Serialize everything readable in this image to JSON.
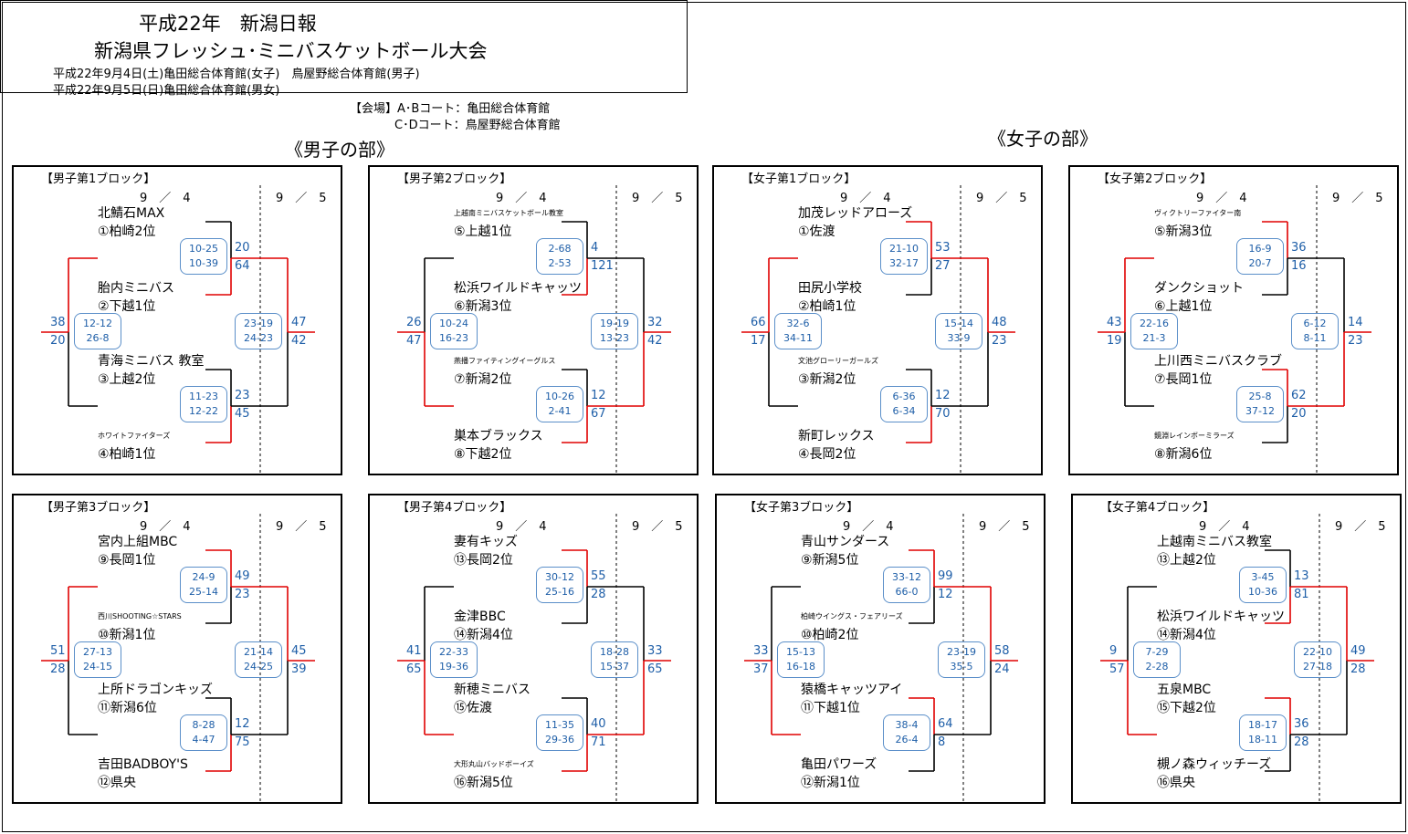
{
  "header": {
    "title1": "平成22年　新潟日報",
    "title2": "新潟県フレッシュ･ミニバスケットボール大会",
    "date1": "平成22年9月4日(土)亀田総合体育館(女子)　鳥屋野総合体育館(男子)",
    "date2": "平成22年9月5日(日)亀田総合体育館(男女)"
  },
  "venue": {
    "line1": "【会場】A･Bコート：亀田総合体育館",
    "line2": "C･Dコート：鳥屋野総合体育館"
  },
  "sections": {
    "boys": "《男子の部》",
    "girls": "《女子の部》"
  },
  "colors": {
    "win": "#e00000",
    "lose": "#000000",
    "score": "#1f5fa8"
  },
  "blocks": [
    {
      "title": "【男子第1ブロック】",
      "date1": "9　／　4",
      "date2": "9　／　5",
      "teams": [
        {
          "name": "北鯖石MAX",
          "seed": "①柏崎2位"
        },
        {
          "name": "胎内ミニバス",
          "seed": "②下越1位"
        },
        {
          "name": "青海ミニバス 教室",
          "seed": "③上越2位"
        },
        {
          "name": "ホワイトファイターズ",
          "seed": "④柏崎1位",
          "small": true
        }
      ],
      "r1": [
        {
          "s1": "10-25",
          "s2": "10-39",
          "top": "20",
          "bot": "64",
          "winner": "bottom"
        },
        {
          "s1": "11-23",
          "s2": "12-22",
          "top": "23",
          "bot": "45",
          "winner": "bottom"
        }
      ],
      "sf": {
        "s1": "12-12",
        "s2": "26-8"
      },
      "sf2": {
        "s1": "23-19",
        "s2": "24-23",
        "top": "47",
        "bot": "42",
        "winner": "top"
      },
      "final": {
        "top": "38",
        "bot": "20",
        "winner": "top"
      }
    },
    {
      "title": "【男子第2ブロック】",
      "date1": "9　／　4",
      "date2": "9　／　5",
      "teams": [
        {
          "name": "上越南ミニバスケットボール教室",
          "seed": "⑤上越1位",
          "small": true
        },
        {
          "name": "松浜ワイルドキャッツ",
          "seed": "⑥新潟3位"
        },
        {
          "name": "燕播ファイティングイーグルス",
          "seed": "⑦新潟2位",
          "small": true
        },
        {
          "name": "巣本ブラックス",
          "seed": "⑧下越2位"
        }
      ],
      "r1": [
        {
          "s1": "2-68",
          "s2": "2-53",
          "top": "4",
          "bot": "121",
          "winner": "bottom"
        },
        {
          "s1": "10-26",
          "s2": "2-41",
          "top": "12",
          "bot": "67",
          "winner": "bottom"
        }
      ],
      "sf": {
        "s1": "10-24",
        "s2": "16-23"
      },
      "sf2": {
        "s1": "19-19",
        "s2": "13-23",
        "top": "32",
        "bot": "42",
        "winner": "bottom"
      },
      "final": {
        "top": "26",
        "bot": "47",
        "winner": "bottom"
      }
    },
    {
      "title": "【女子第1ブロック】",
      "date1": "9　／　4",
      "date2": "9　／　5",
      "teams": [
        {
          "name": "加茂レッドアローズ",
          "seed": "①佐渡"
        },
        {
          "name": "田尻小学校",
          "seed": "②柏崎1位"
        },
        {
          "name": "文池グローリーガールズ",
          "seed": "③新潟2位",
          "small": true
        },
        {
          "name": "新町レックス",
          "seed": "④長岡2位"
        }
      ],
      "r1": [
        {
          "s1": "21-10",
          "s2": "32-17",
          "top": "53",
          "bot": "27",
          "winner": "top"
        },
        {
          "s1": "6-36",
          "s2": "6-34",
          "top": "12",
          "bot": "70",
          "winner": "bottom"
        }
      ],
      "sf": {
        "s1": "32-6",
        "s2": "34-11"
      },
      "sf2": {
        "s1": "15-14",
        "s2": "33-9",
        "top": "48",
        "bot": "23",
        "winner": "top"
      },
      "final": {
        "top": "66",
        "bot": "17",
        "winner": "top"
      }
    },
    {
      "title": "【女子第2ブロック】",
      "date1": "9　／　4",
      "date2": "9　／　5",
      "teams": [
        {
          "name": "ヴィクトリーファイター南",
          "seed": "⑤新潟3位",
          "small": true
        },
        {
          "name": "ダンクショット",
          "seed": "⑥上越1位"
        },
        {
          "name": "上川西ミニバスクラブ",
          "seed": "⑦長岡1位"
        },
        {
          "name": "鏡淵レインボーミラーズ",
          "seed": "⑧新潟6位",
          "small": true
        }
      ],
      "r1": [
        {
          "s1": "16-9",
          "s2": "20-7",
          "top": "36",
          "bot": "16",
          "winner": "top"
        },
        {
          "s1": "25-8",
          "s2": "37-12",
          "top": "62",
          "bot": "20",
          "winner": "top"
        }
      ],
      "sf": {
        "s1": "22-16",
        "s2": "21-3"
      },
      "sf2": {
        "s1": "6-12",
        "s2": "8-11",
        "top": "14",
        "bot": "23",
        "winner": "bottom"
      },
      "final": {
        "top": "43",
        "bot": "19",
        "winner": "top"
      }
    },
    {
      "title": "【男子第3ブロック】",
      "date1": "9　／　4",
      "date2": "9　／　5",
      "teams": [
        {
          "name": "宮内上組MBC",
          "seed": "⑨長岡1位"
        },
        {
          "name": "西川SHOOTING☆STARS",
          "seed": "⑩新潟1位",
          "small": true
        },
        {
          "name": "上所ドラゴンキッズ",
          "seed": "⑪新潟6位"
        },
        {
          "name": "吉田BADBOY'S",
          "seed": "⑫県央"
        }
      ],
      "r1": [
        {
          "s1": "24-9",
          "s2": "25-14",
          "top": "49",
          "bot": "23",
          "winner": "top"
        },
        {
          "s1": "8-28",
          "s2": "4-47",
          "top": "12",
          "bot": "75",
          "winner": "bottom"
        }
      ],
      "sf": {
        "s1": "27-13",
        "s2": "24-15"
      },
      "sf2": {
        "s1": "21-14",
        "s2": "24-25",
        "top": "45",
        "bot": "39",
        "winner": "top"
      },
      "final": {
        "top": "51",
        "bot": "28",
        "winner": "top"
      }
    },
    {
      "title": "【男子第4ブロック】",
      "date1": "9　／　4",
      "date2": "9　／　5",
      "teams": [
        {
          "name": "妻有キッズ",
          "seed": "⑬長岡2位"
        },
        {
          "name": "金津BBC",
          "seed": "⑭新潟4位"
        },
        {
          "name": "新穂ミニバス",
          "seed": "⑮佐渡"
        },
        {
          "name": "大形丸山バッドボーイズ",
          "seed": "⑯新潟5位",
          "small": true
        }
      ],
      "r1": [
        {
          "s1": "30-12",
          "s2": "25-16",
          "top": "55",
          "bot": "28",
          "winner": "top"
        },
        {
          "s1": "11-35",
          "s2": "29-36",
          "top": "40",
          "bot": "71",
          "winner": "bottom"
        }
      ],
      "sf": {
        "s1": "22-33",
        "s2": "19-36"
      },
      "sf2": {
        "s1": "18-28",
        "s2": "15-37",
        "top": "33",
        "bot": "65",
        "winner": "bottom"
      },
      "final": {
        "top": "41",
        "bot": "65",
        "winner": "bottom"
      }
    },
    {
      "title": "【女子第3ブロック】",
      "date1": "9　／　4",
      "date2": "9　／　5",
      "teams": [
        {
          "name": "青山サンダース",
          "seed": "⑨新潟5位"
        },
        {
          "name": "柏崎ウイングス・フェアリーズ",
          "seed": "⑩柏崎2位",
          "small": true
        },
        {
          "name": "猿橋キャッツアイ",
          "seed": "⑪下越1位"
        },
        {
          "name": "亀田パワーズ",
          "seed": "⑫新潟1位"
        }
      ],
      "r1": [
        {
          "s1": "33-12",
          "s2": "66-0",
          "top": "99",
          "bot": "12",
          "winner": "top"
        },
        {
          "s1": "38-4",
          "s2": "26-4",
          "top": "64",
          "bot": "8",
          "winner": "top"
        }
      ],
      "sf": {
        "s1": "15-13",
        "s2": "16-18"
      },
      "sf2": {
        "s1": "23-19",
        "s2": "35-5",
        "top": "58",
        "bot": "24",
        "winner": "top"
      },
      "final": {
        "top": "33",
        "bot": "37",
        "winner": "bottom"
      }
    },
    {
      "title": "【女子第4ブロック】",
      "date1": "9　／　4",
      "date2": "9　／　5",
      "teams": [
        {
          "name": "上越南ミニバス教室",
          "seed": "⑬上越2位"
        },
        {
          "name": "松浜ワイルドキャッツ",
          "seed": "⑭新潟4位"
        },
        {
          "name": "五泉MBC",
          "seed": "⑮下越2位"
        },
        {
          "name": "槻ノ森ウィッチーズ",
          "seed": "⑯県央"
        }
      ],
      "r1": [
        {
          "s1": "3-45",
          "s2": "10-36",
          "top": "13",
          "bot": "81",
          "winner": "bottom"
        },
        {
          "s1": "18-17",
          "s2": "18-11",
          "top": "36",
          "bot": "28",
          "winner": "top"
        }
      ],
      "sf": {
        "s1": "7-29",
        "s2": "2-28"
      },
      "sf2": {
        "s1": "22-10",
        "s2": "27-18",
        "top": "49",
        "bot": "28",
        "winner": "top"
      },
      "final": {
        "top": "9",
        "bot": "57",
        "winner": "bottom"
      }
    }
  ]
}
